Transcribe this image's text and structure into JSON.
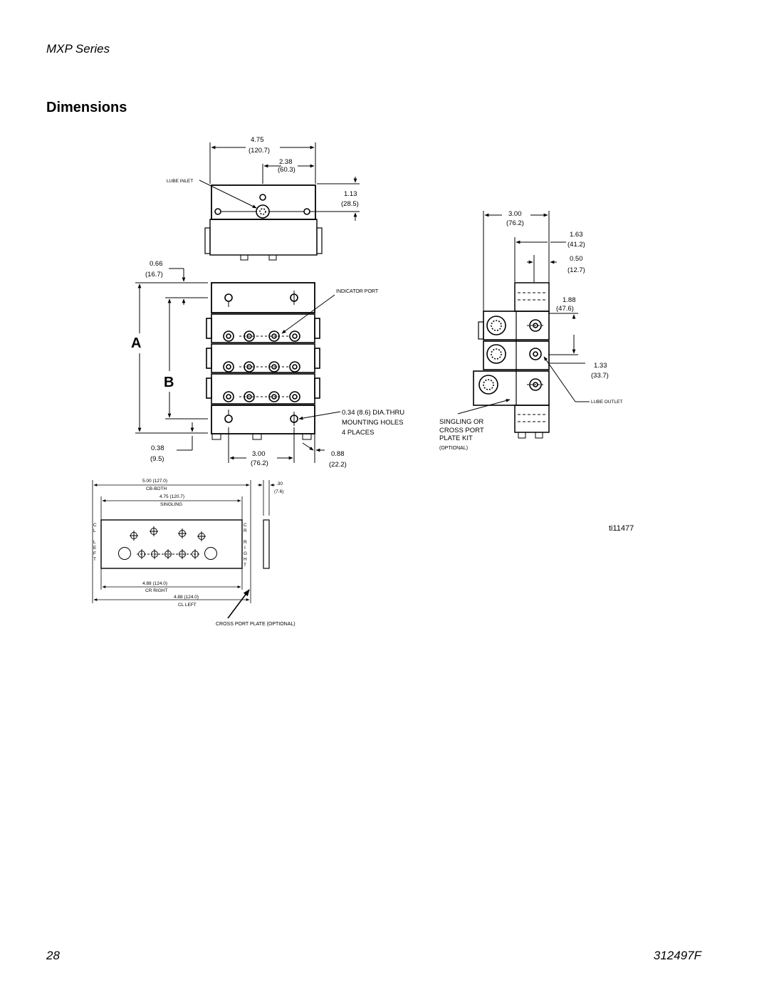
{
  "header": {
    "series": "MXP Series",
    "title": "Dimensions"
  },
  "footer": {
    "page_number": "28",
    "doc_number": "312497F"
  },
  "figure": {
    "id_label": "ti11477",
    "front_view": {
      "width_in": "4.75",
      "width_mm": "(120.7)",
      "half_width_in": "2.38",
      "half_width_mm": "(60.3)",
      "inlet_height_in": "1.13",
      "inlet_height_mm": "(28.5)",
      "lube_inlet": "LUBE INLET",
      "top_offset_in": "0.66",
      "top_offset_mm": "(16.7)",
      "indicator_port": "INDICATOR PORT",
      "dim_a": "A",
      "dim_b": "B",
      "mount_holes_1": "0.34 (8.6) DIA.THRU",
      "mount_holes_2": "MOUNTING HOLES",
      "mount_holes_3": "4 PLACES",
      "bottom_offset_in": "0.38",
      "bottom_offset_mm": "(9.5)",
      "hole_spacing_in": "3.00",
      "hole_spacing_mm": "(76.2)",
      "edge_offset_in": "0.88",
      "edge_offset_mm": "(22.2)"
    },
    "side_view": {
      "depth_in": "3.00",
      "depth_mm": "(76.2)",
      "d1_in": "1.63",
      "d1_mm": "(41.2)",
      "d2_in": "0.50",
      "d2_mm": "(12.7)",
      "d3_in": "1.88",
      "d3_mm": "(47.6)",
      "d4_in": "1.33",
      "d4_mm": "(33.7)",
      "lube_outlet": "LUBE OUTLET",
      "kit_1": "SINGLING OR",
      "kit_2": "CROSS PORT",
      "kit_3": "PLATE KIT",
      "kit_optional": "(OPTIONAL)"
    },
    "plate_view": {
      "overall": "5.00 (127.0)",
      "overall_label": "CB-BOTH",
      "singling": "4.75 (120.7)",
      "singling_label": "SINGLING",
      "cr_right": "4.88 (124.0)",
      "cr_right_label": "CR RIGHT",
      "cl_left": "4.88 (124.0)",
      "cl_left_label": "CL LEFT",
      "thickness_in": ".30",
      "thickness_mm": "(7.6)",
      "left_letters": [
        "C",
        "L",
        "",
        "L",
        "E",
        "F",
        "T"
      ],
      "right_letters": [
        "C",
        "R",
        "",
        "R",
        "I",
        "G",
        "H",
        "T"
      ],
      "caption": "CROSS PORT PLATE (OPTIONAL)"
    }
  }
}
